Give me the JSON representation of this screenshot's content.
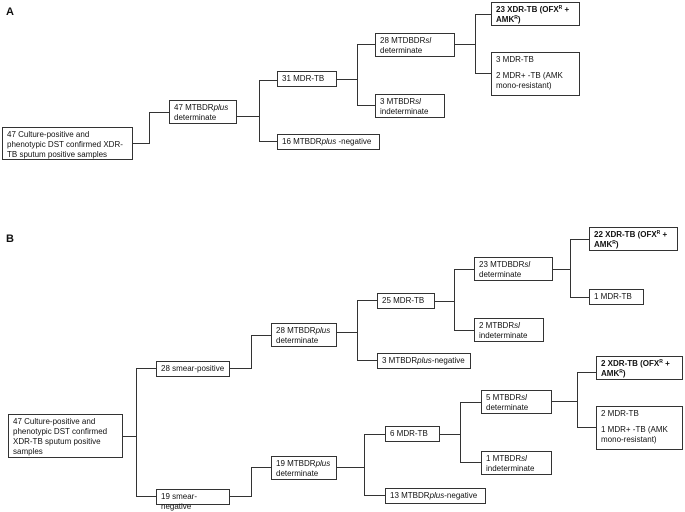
{
  "panels": {
    "a": {
      "label": "A",
      "root": "47 Culture-positive and phenotypic DST confirmed XDR-TB sputum positive samples",
      "plus_determinate": [
        "47 MTBDR",
        "plus",
        " determinate"
      ],
      "plus_negative": [
        "16 MTBDR",
        "plus",
        " -negative"
      ],
      "mdr_tb": "31 MDR-TB",
      "sl_determinate": [
        "28 MTDBDR",
        "sl",
        " determinate"
      ],
      "sl_indeterminate": [
        "3 MTBDR",
        "sl",
        " indeterminate"
      ],
      "xdr": [
        "23 XDR-TB (OFX",
        "R",
        " + AMK",
        "R",
        ")"
      ],
      "mdr_group": {
        "line1": "3 MDR-TB",
        "line2": "2 MDR+ -TB (AMK mono-resistant)"
      }
    },
    "b": {
      "label": "B",
      "root": "47 Culture-positive and phenotypic DST confirmed XDR-TB sputum positive samples",
      "smear_positive": "28 smear-positive",
      "smear_negative": "19 smear-negative",
      "pos_plus_determinate": [
        "28 MTBDR",
        "plus",
        " determinate"
      ],
      "pos_plus_negative": [
        "3 MTBDR",
        "plus",
        "-negative"
      ],
      "pos_mdr": "25 MDR-TB",
      "pos_sl_determinate": [
        "23 MTDBDR",
        "sl",
        " determinate"
      ],
      "pos_sl_indeterminate": [
        "2 MTBDR",
        "sl",
        " indeterminate"
      ],
      "pos_xdr": [
        "22 XDR-TB (OFX",
        "R",
        " + AMK",
        "R",
        ")"
      ],
      "pos_mdr_only": "1 MDR-TB",
      "neg_plus_determinate": [
        "19 MTBDR",
        "plus",
        " determinate"
      ],
      "neg_plus_negative": [
        "13 MTBDR",
        "plus",
        "-negative"
      ],
      "neg_mdr": "6 MDR-TB",
      "neg_sl_determinate": [
        "5 MTBDR",
        "sl",
        " determinate"
      ],
      "neg_sl_indeterminate": [
        "1 MTBDR",
        "sl",
        " indeterminate"
      ],
      "neg_xdr": [
        "2 XDR-TB (OFX",
        "R",
        " + AMK",
        "R",
        ")"
      ],
      "neg_mdr_group": {
        "line1": "2 MDR-TB",
        "line2": "1 MDR+ -TB (AMK mono-resistant)"
      }
    }
  }
}
